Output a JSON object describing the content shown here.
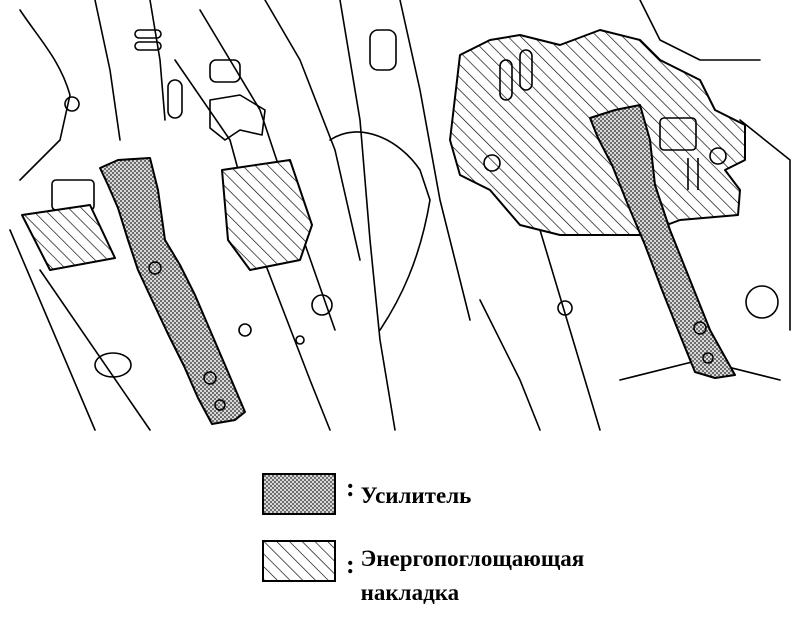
{
  "legend": {
    "reinforcement": {
      "colon": ":",
      "label": "Усилитель",
      "pattern": "dotted-fill"
    },
    "energy_absorbing": {
      "colon": ":",
      "label_line1": "Энергопоглощающая",
      "label_line2": "накладка",
      "pattern": "diagonal-hatch"
    }
  },
  "colors": {
    "line": "#000000",
    "background": "#ffffff",
    "dot_fill": "#bdbdbd"
  }
}
